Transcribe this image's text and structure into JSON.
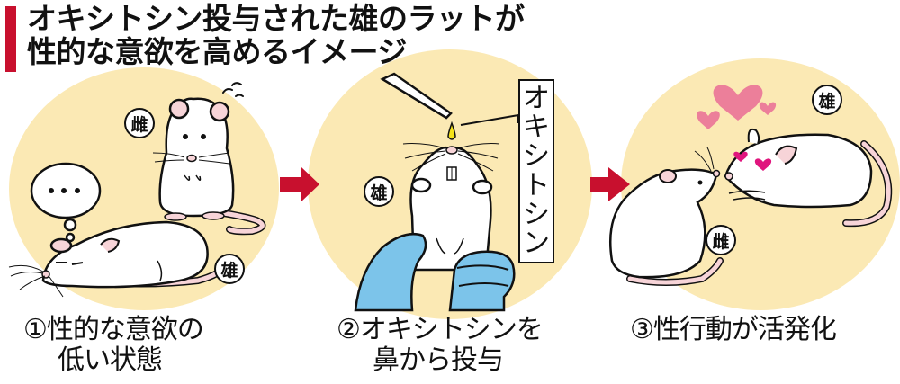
{
  "title": {
    "line1": "オキシトシン投与された雄のラットが",
    "line2": "性的な意欲を高めるイメージ",
    "accent_color": "#c8102e"
  },
  "colors": {
    "panel_background": "#fbe9b4",
    "arrow": "#c8102e",
    "glove": "#7cc4ea",
    "heart": "#ec7f9a",
    "heart_cheek": "#e0157e",
    "rat_pink": "#f7d4d8",
    "droplet": "#f5e21a"
  },
  "panels": [
    {
      "step": "①",
      "caption_line1": "①性的な意欲の",
      "caption_line2": "低い状態",
      "badges": {
        "female": "雌",
        "male": "雄"
      },
      "thought_bubble": "・・・"
    },
    {
      "step": "②",
      "caption_line1": "②オキシトシンを",
      "caption_line2": "鼻から投与",
      "badges": {
        "male": "雄"
      },
      "vertical_label": [
        "オ",
        "キ",
        "シ",
        "ト",
        "シ",
        "ン"
      ]
    },
    {
      "step": "③",
      "caption_line1": "③性行動が活発化",
      "badges": {
        "male": "雄",
        "female": "雌"
      }
    }
  ],
  "arrows": [
    "arrow-1-to-2",
    "arrow-2-to-3"
  ]
}
